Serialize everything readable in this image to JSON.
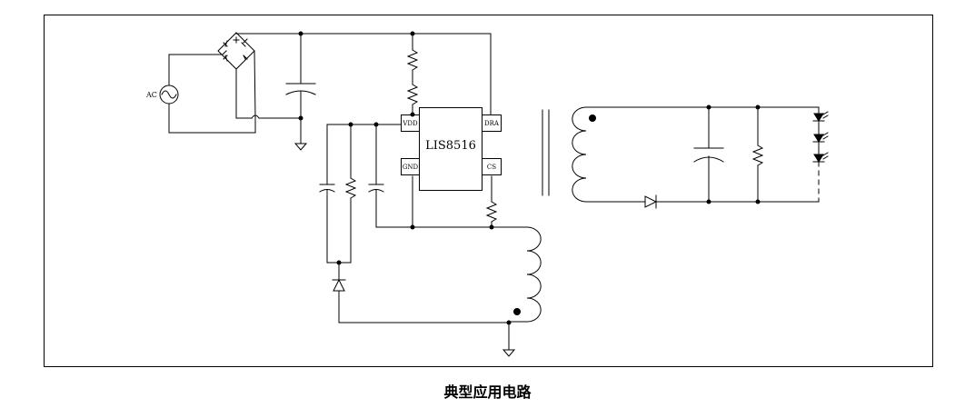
{
  "diagram": {
    "ac_label": "AC",
    "ic": {
      "name": "LIS8516",
      "pin_vdd": "VDD",
      "pin_gnd": "GND",
      "pin_dra": "DRA",
      "pin_cs": "CS"
    }
  },
  "caption": "典型应用电路"
}
